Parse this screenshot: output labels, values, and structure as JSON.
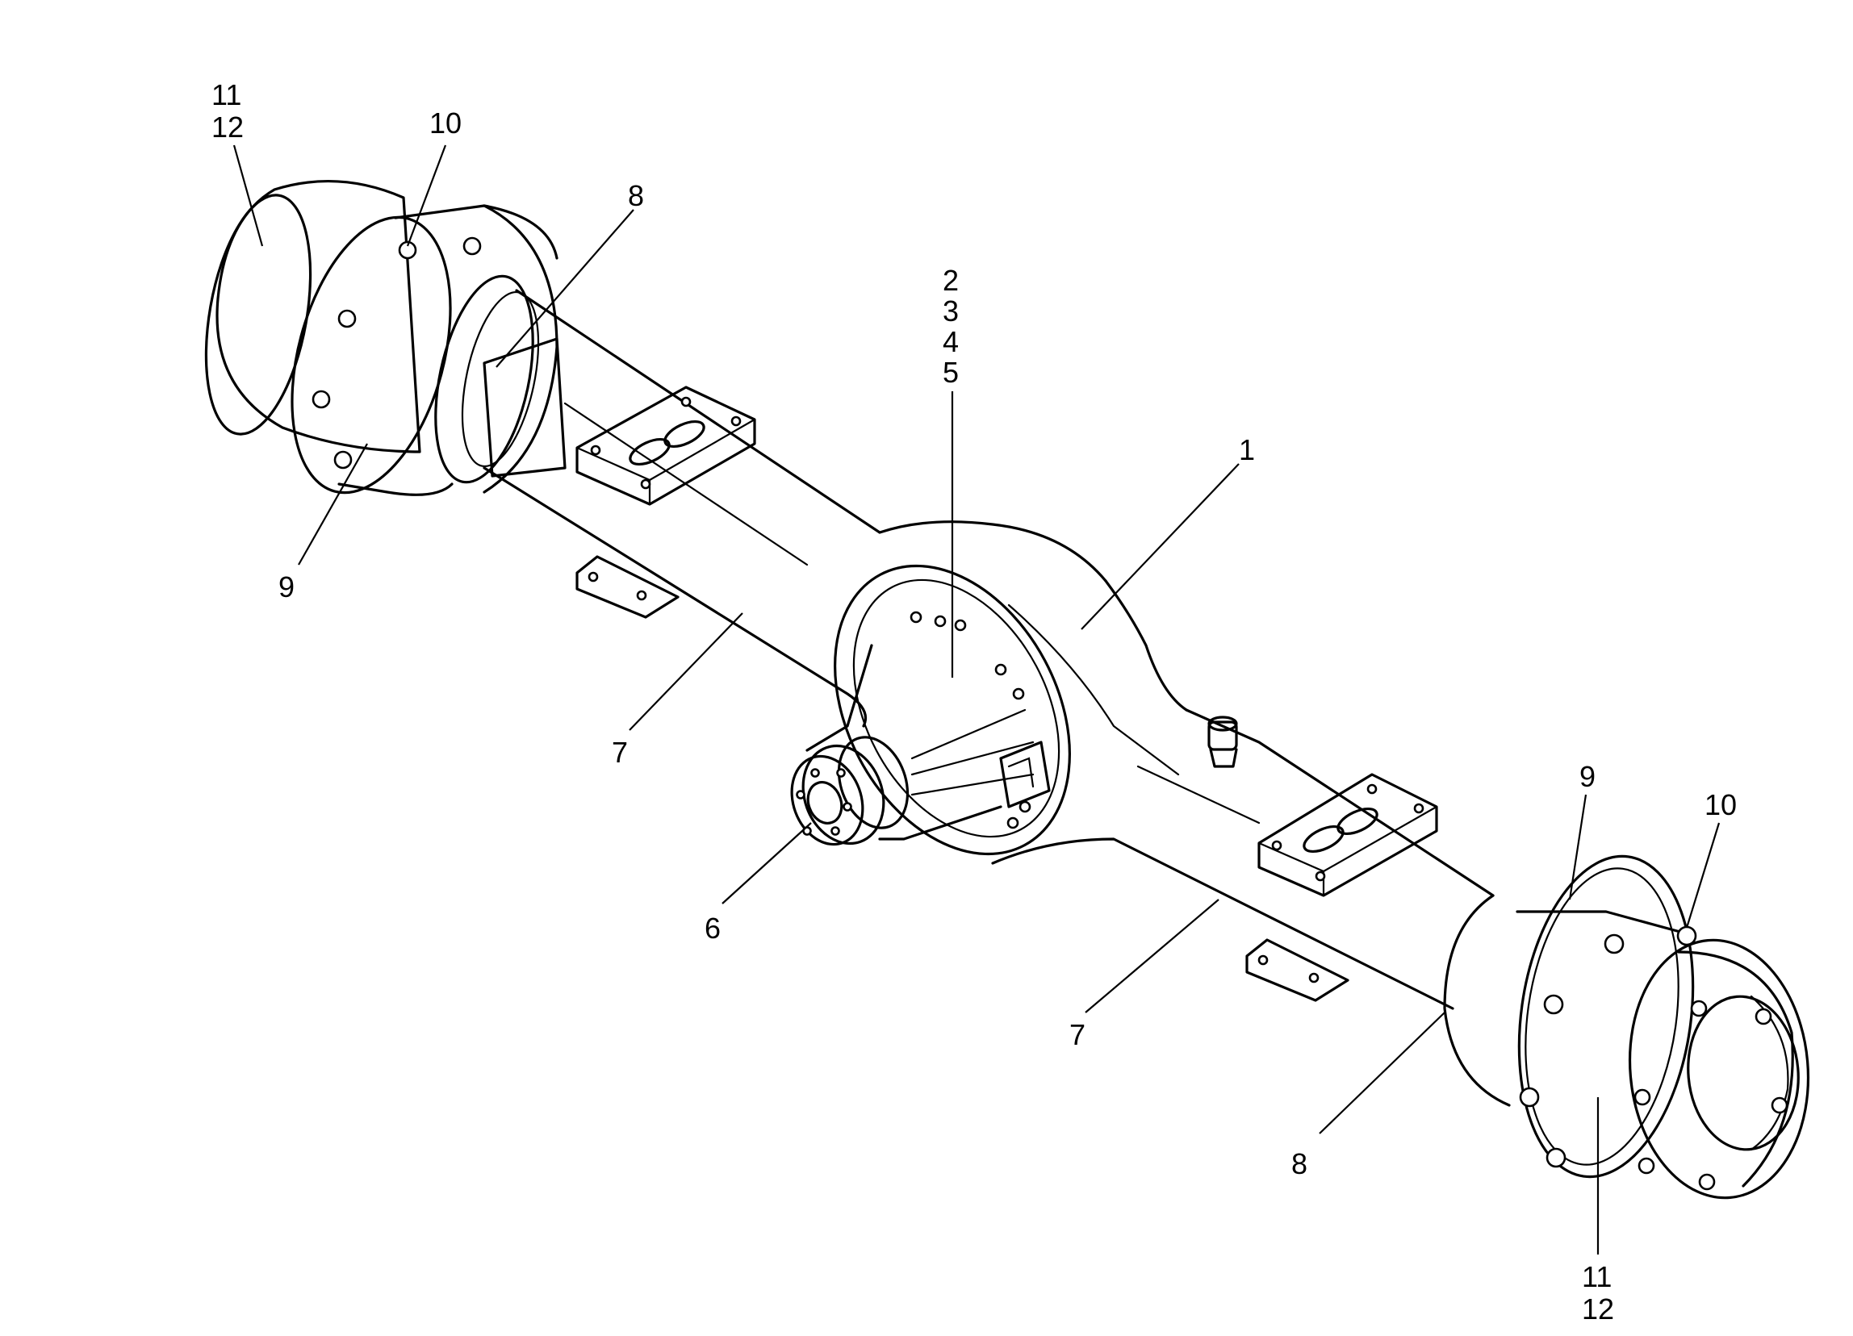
{
  "callouts": {
    "c1": "1",
    "c2": "2",
    "c3": "3",
    "c4": "4",
    "c5": "5",
    "c6": "6",
    "c7_left": "7",
    "c7_right": "7",
    "c8_left": "8",
    "c8_right": "8",
    "c9_left": "9",
    "c9_right": "9",
    "c10_left": "10",
    "c10_right": "10",
    "c11_left": "11",
    "c12_left": "12",
    "c11_right": "11",
    "c12_right": "12"
  }
}
